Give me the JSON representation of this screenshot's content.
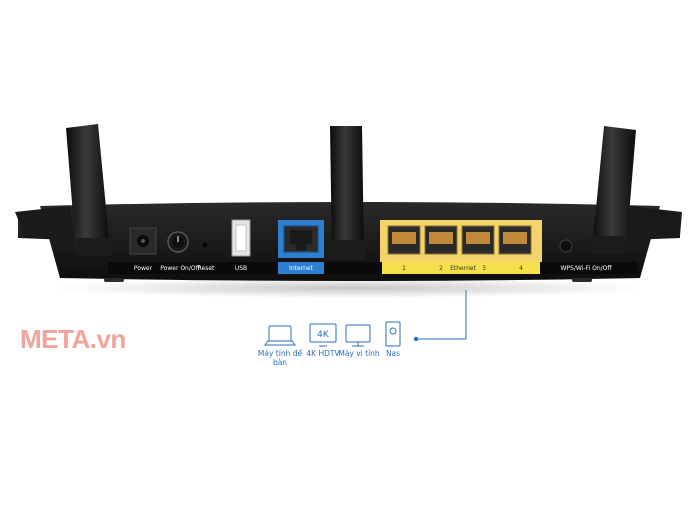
{
  "watermark": "META.vn",
  "router": {
    "ports": {
      "power": "Power",
      "power_onoff": "Power On/Off",
      "reset": "Reset",
      "usb": "USB",
      "internet": "Internet",
      "eth1": "1",
      "eth2": "2",
      "ethernet": "Ethernet",
      "eth3": "3",
      "eth4": "4",
      "wps": "WPS/Wi-Fi On/Off"
    }
  },
  "devices": [
    {
      "icon": "laptop-icon",
      "label_line1": "Máy tính để",
      "label_line2": "bàn"
    },
    {
      "icon": "tv-4k-icon",
      "icon_text": "4K",
      "label_line1": "4K HDTV",
      "label_line2": ""
    },
    {
      "icon": "monitor-icon",
      "label_line1": "Máy vi tính",
      "label_line2": ""
    },
    {
      "icon": "nas-icon",
      "label_line1": "Nas",
      "label_line2": ""
    }
  ],
  "colors": {
    "body": "#141414",
    "ethernet_panel": "#f3d36a",
    "internet_port": "#2f7fd0",
    "accent_blue": "#2b6fbf",
    "watermark": "#f2a39a"
  }
}
